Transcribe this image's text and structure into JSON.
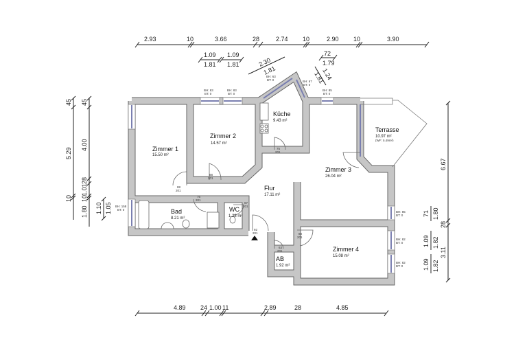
{
  "rooms": {
    "zimmer1": {
      "name": "Zimmer 1",
      "area": "15.50 m²"
    },
    "zimmer2": {
      "name": "Zimmer 2",
      "area": "14.57 m²"
    },
    "kueche": {
      "name": "Küche",
      "area": "9.43 m²"
    },
    "terrasse": {
      "name": "Terrasse",
      "area": "10.97 m²",
      "note": "(WF: 5.49m²)"
    },
    "zimmer3": {
      "name": "Zimmer 3",
      "area": "26.04 m²"
    },
    "flur": {
      "name": "Flur",
      "area": "17.11 m²"
    },
    "bad": {
      "name": "Bad",
      "area": "8.21 m²"
    },
    "wc": {
      "name": "WC",
      "area": "1.28 m²"
    },
    "ab": {
      "name": "AB",
      "area": "1.92 m²"
    },
    "zimmer4": {
      "name": "Zimmer 4",
      "area": "15.08 m²"
    }
  },
  "dimensions": {
    "top": [
      "2.93",
      "10",
      "3.66",
      "28",
      "2.74",
      "10",
      "2.90",
      "10",
      "3.90"
    ],
    "top_windows": [
      {
        "above": "1.09",
        "below": "1.81"
      },
      {
        "above": "1.09",
        "below": "1.81"
      },
      {
        "above": "2.30",
        "below": "1.81"
      },
      {
        "above": "72",
        "below": "1.79"
      },
      {
        "above": "1.24",
        "below": "1.81"
      }
    ],
    "left_outer": [
      "45",
      "5.29",
      "10"
    ],
    "left_inner": [
      "45",
      "4.00",
      "28",
      "1.01",
      "10",
      "1.80"
    ],
    "left_window": {
      "above": "1.10",
      "below": "1.05"
    },
    "right_outer": [
      "6.67",
      "28",
      "3.11"
    ],
    "right_windows": [
      {
        "above": "71",
        "below": "1.80"
      },
      {
        "above": "1.09",
        "below": "1.82"
      },
      {
        "above": "1.09",
        "below": "1.82"
      }
    ],
    "bottom": [
      "4.89",
      "24",
      "1.00",
      "11",
      "2.89",
      "28",
      "4.85"
    ]
  },
  "window_tags": {
    "z2a": {
      "bh": "BH: 83",
      "bt": "BT: 0"
    },
    "z2b": {
      "bh": "BH: 83",
      "bt": "BT: 0"
    },
    "k1": {
      "bh": "BH: 63",
      "bt": "BT: 0"
    },
    "k2": {
      "bh": "BH: 67",
      "bt": "BT: 0"
    },
    "z3": {
      "bh": "BH: 85",
      "bt": "BT: 0"
    },
    "bad": {
      "bh": "BH: 158",
      "bt": "BT: 0"
    },
    "z3r": {
      "bh": "BH: 85",
      "bt": "BT: 0"
    },
    "z4a": {
      "bh": "BH: 82",
      "bt": "BT: 0"
    },
    "z4b": {
      "bh": "BH: 82",
      "bt": "BT: 0"
    }
  },
  "door_tags": {
    "z1": {
      "w": "88",
      "h": "201"
    },
    "z2": {
      "w": "88",
      "h": "201"
    },
    "kueche": {
      "w": "75",
      "h": "201"
    },
    "bad": {
      "w": "76",
      "h": "201"
    },
    "wc": {
      "w": "67",
      "h": "201"
    },
    "entry": {
      "w": "92",
      "h": "201"
    },
    "ab": {
      "w": "63",
      "h": "201"
    },
    "z4": {
      "w": "88",
      "h": "201"
    }
  }
}
